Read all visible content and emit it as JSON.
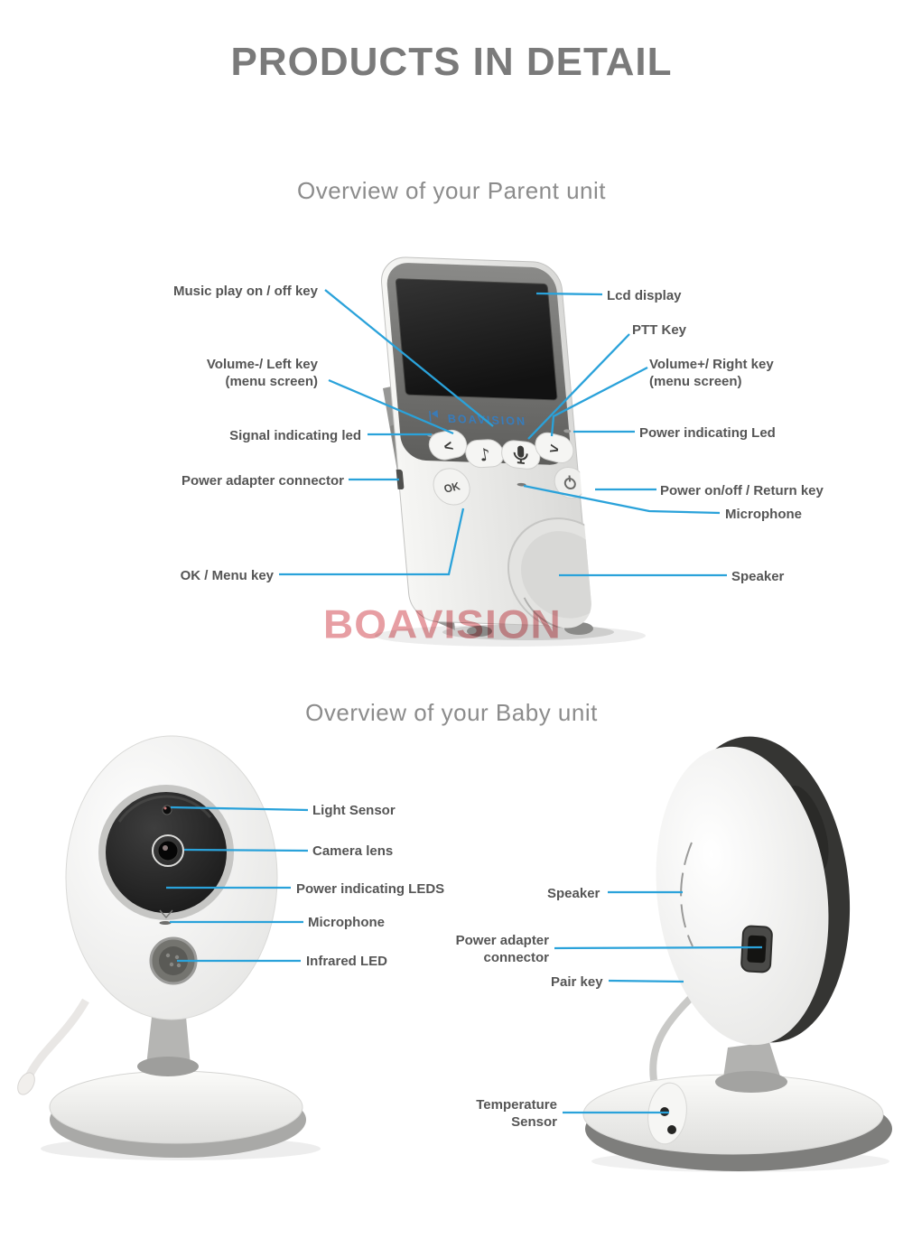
{
  "page": {
    "title": "PRODUCTS IN DETAIL"
  },
  "parent_section": {
    "heading": "Overview of your Parent unit",
    "labels": {
      "music_key": "Music play on / off key",
      "volume_left": "Volume-/ Left key\n(menu screen)",
      "signal_led": "Signal indicating led",
      "power_adapter": "Power adapter connector",
      "ok_menu": "OK / Menu key",
      "lcd": "Lcd display",
      "ptt": "PTT Key",
      "volume_right": "Volume+/ Right key\n(menu screen)",
      "power_led": "Power indicating Led",
      "power_onoff": "Power on/off  / Return key",
      "microphone": "Microphone",
      "speaker": "Speaker"
    },
    "device": {
      "ok_label": "OK",
      "brand": "BOAVISION",
      "icons": {
        "left_arrow": "<",
        "music_note": "♪",
        "right_arrow": ">"
      }
    }
  },
  "baby_section": {
    "heading": "Overview of your Baby unit",
    "labels": {
      "light_sensor": "Light Sensor",
      "camera_lens": "Camera lens",
      "power_leds": "Power indicating LEDS",
      "microphone": "Microphone",
      "infrared_led": "Infrared LED",
      "speaker": "Speaker",
      "power_adapter": "Power adapter\nconnector",
      "pair_key": "Pair key",
      "temperature_sensor": "Temperature\nSensor"
    }
  },
  "watermark": {
    "text": "BOAVISION"
  },
  "colors": {
    "callout_line": "#2aa2da",
    "label_text": "#555555",
    "title_text": "#7a7a7a",
    "heading_text": "#8c8c8c",
    "brand_blue": "#2f80cc",
    "watermark_red": "#cf3e48"
  }
}
